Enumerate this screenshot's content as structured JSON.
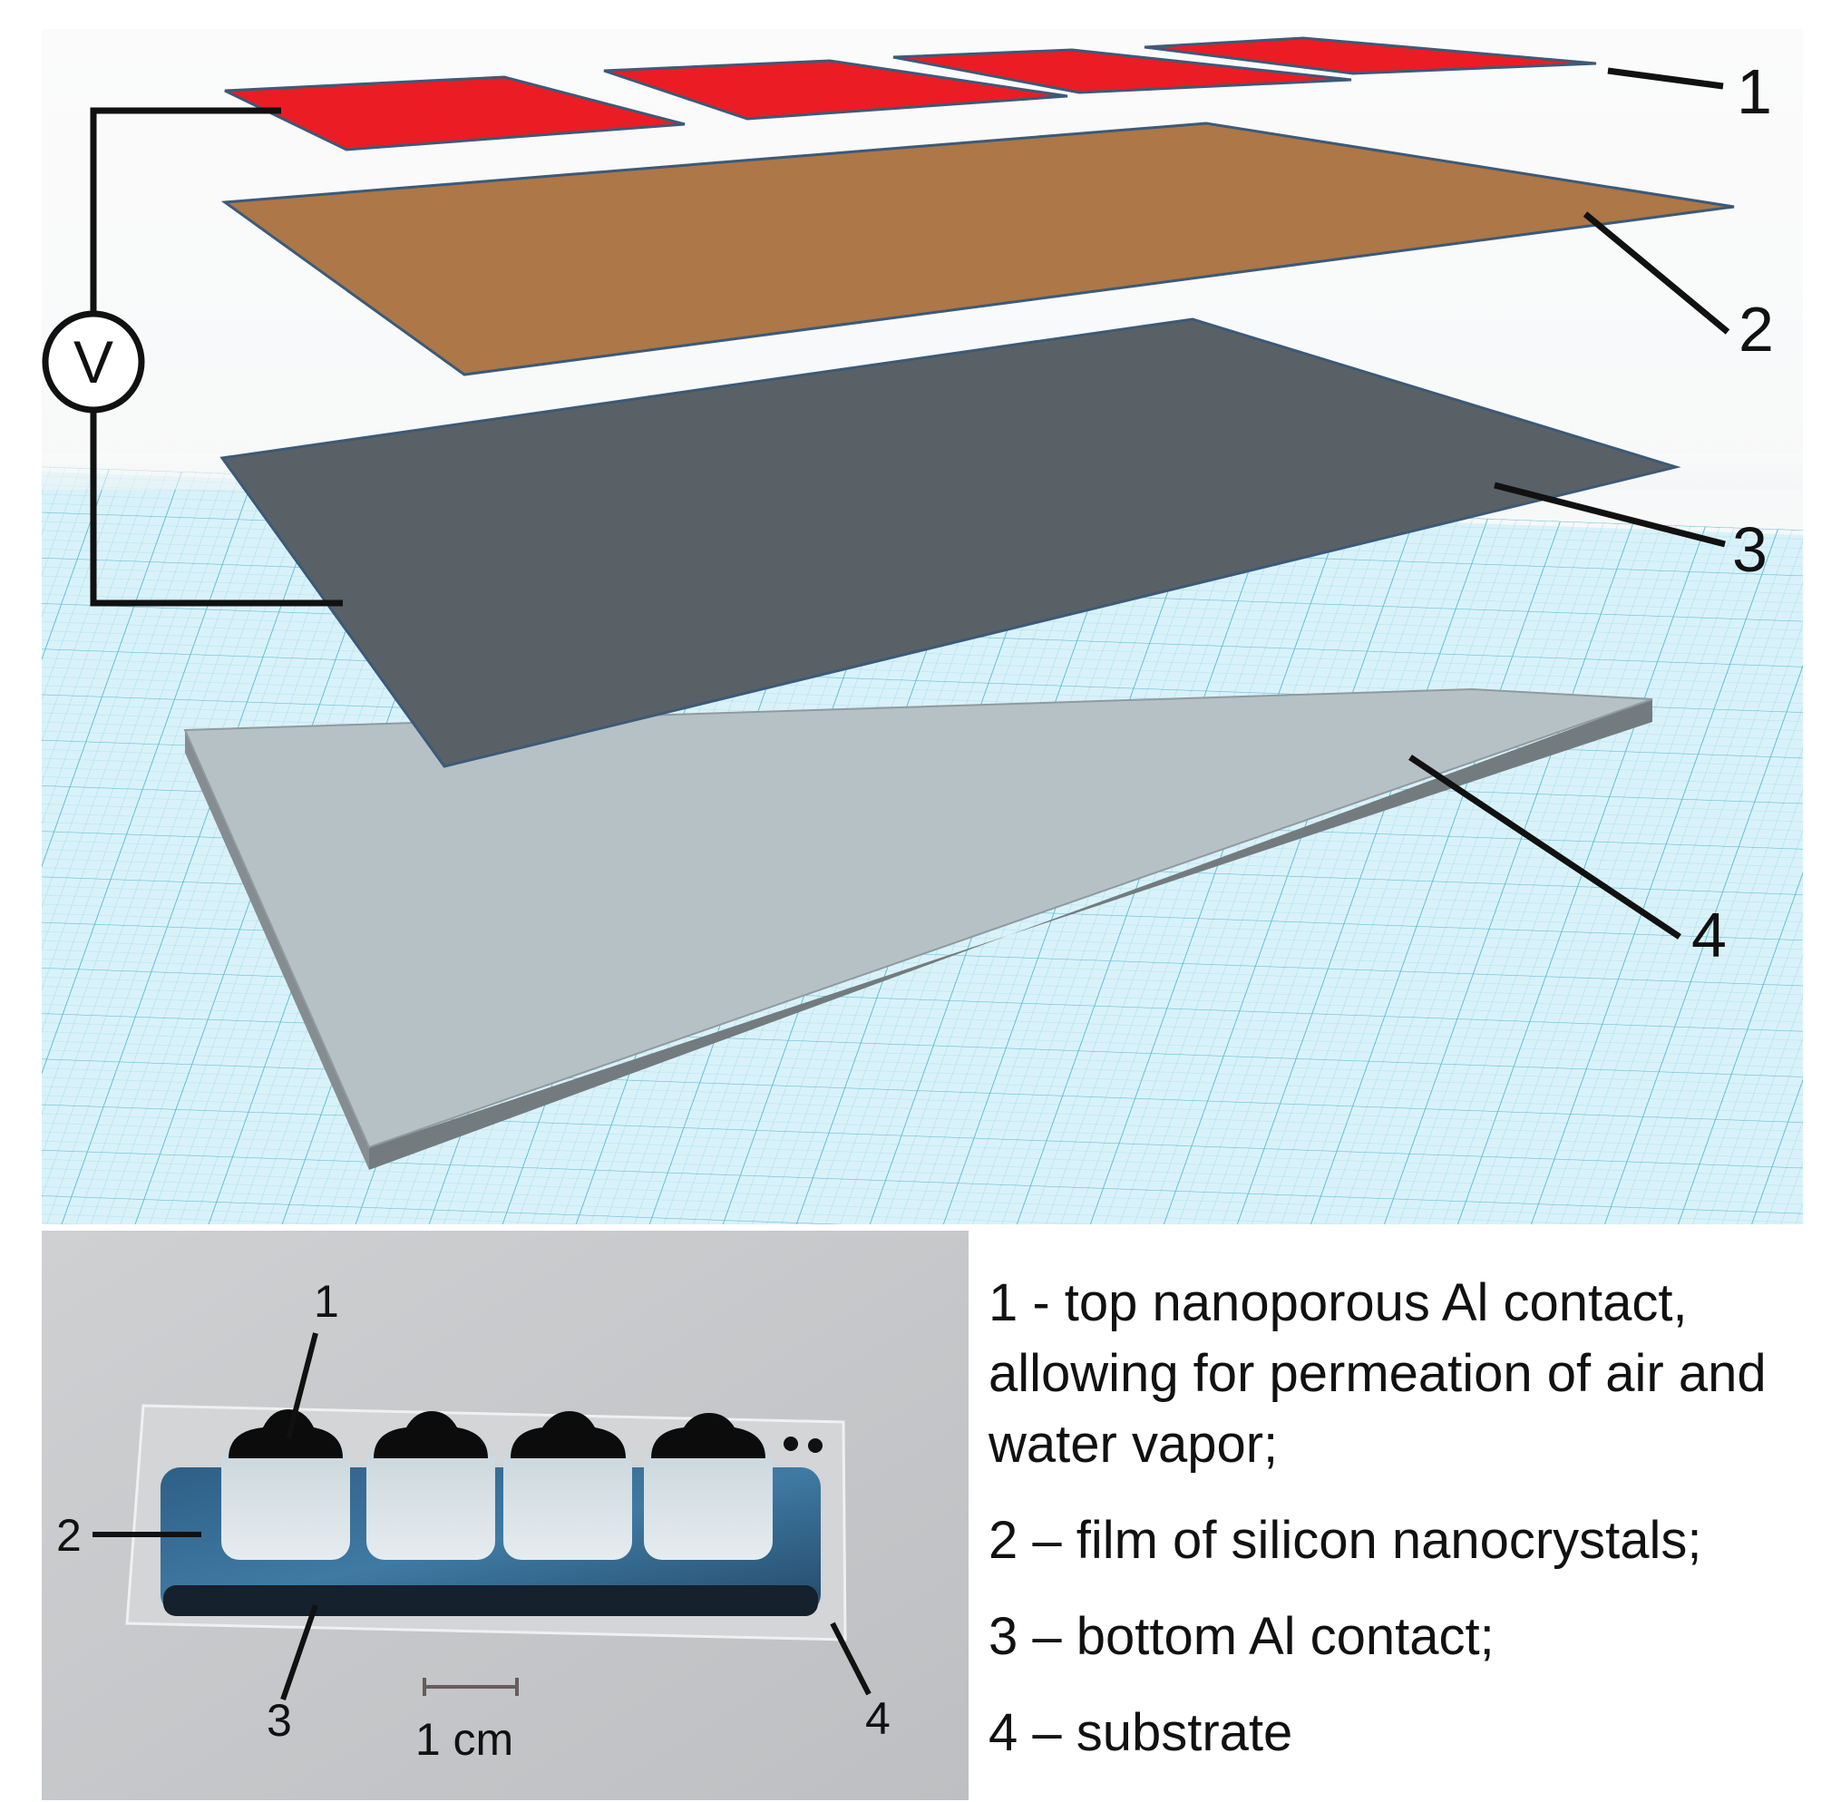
{
  "diagram": {
    "voltmeter_symbol": "V",
    "callouts": [
      {
        "number": "1",
        "layer": "top contacts"
      },
      {
        "number": "2",
        "layer": "silicon nanocrystal film"
      },
      {
        "number": "3",
        "layer": "bottom contact"
      },
      {
        "number": "4",
        "layer": "substrate"
      }
    ],
    "colors": {
      "top_contacts": "#ec1c24",
      "silicon_film": "#ad7747",
      "bottom_contact": "#5a6166",
      "substrate_top": "#b6c1c6",
      "substrate_side": "#7c8488",
      "grid_background": "#d9f2f9",
      "grid_line": "#7fcbdf"
    }
  },
  "photo": {
    "labels": [
      "1",
      "2",
      "3",
      "4"
    ],
    "scale_bar": "1 cm"
  },
  "legend": {
    "items": [
      "1 - top nanoporous Al contact, allowing for permeation of air and water vapor;",
      "2 – film of silicon nanocrystals;",
      "3 – bottom Al contact;",
      "4 – substrate"
    ]
  }
}
